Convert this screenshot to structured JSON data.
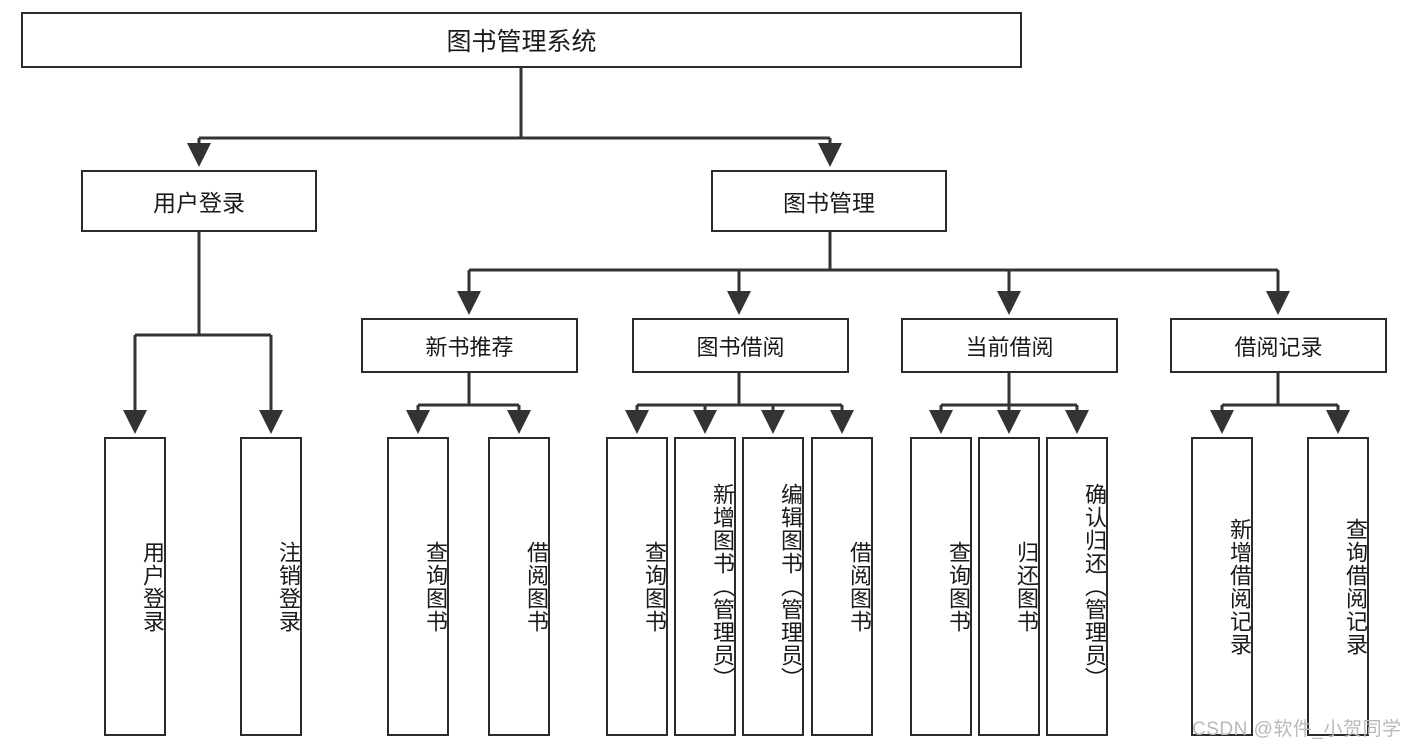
{
  "diagram": {
    "type": "tree-hierarchy-chart",
    "title": "图书管理系统",
    "root": {
      "label": "图书管理系统"
    },
    "level2": [
      {
        "id": "user-login",
        "label": "用户登录"
      },
      {
        "id": "book-management",
        "label": "图书管理"
      }
    ],
    "level3": [
      {
        "id": "new-book-recommend",
        "label": "新书推荐",
        "parent": "book-management"
      },
      {
        "id": "book-borrow",
        "label": "图书借阅",
        "parent": "book-management"
      },
      {
        "id": "current-borrow",
        "label": "当前借阅",
        "parent": "book-management"
      },
      {
        "id": "borrow-record",
        "label": "借阅记录",
        "parent": "book-management"
      }
    ],
    "leaves": [
      {
        "id": "leaf-user-login",
        "label": "用户登录",
        "parent": "user-login"
      },
      {
        "id": "leaf-logout-login",
        "label": "注销登录",
        "parent": "user-login"
      },
      {
        "id": "leaf-query-book-1",
        "label": "查询图书",
        "parent": "new-book-recommend"
      },
      {
        "id": "leaf-borrow-book-1",
        "label": "借阅图书",
        "parent": "new-book-recommend"
      },
      {
        "id": "leaf-query-book-2",
        "label": "查询图书",
        "parent": "book-borrow"
      },
      {
        "id": "leaf-add-book",
        "label": "新增图书（管理员）",
        "parent": "book-borrow"
      },
      {
        "id": "leaf-edit-book",
        "label": "编辑图书（管理员）",
        "parent": "book-borrow"
      },
      {
        "id": "leaf-borrow-book-2",
        "label": "借阅图书",
        "parent": "book-borrow"
      },
      {
        "id": "leaf-query-book-3",
        "label": "查询图书",
        "parent": "current-borrow"
      },
      {
        "id": "leaf-return-book",
        "label": "归还图书",
        "parent": "current-borrow"
      },
      {
        "id": "leaf-confirm-return",
        "label": "确认归还（管理员）",
        "parent": "current-borrow"
      },
      {
        "id": "leaf-add-record",
        "label": "新增借阅记录",
        "parent": "borrow-record"
      },
      {
        "id": "leaf-query-record",
        "label": "查询借阅记录",
        "parent": "borrow-record"
      }
    ],
    "watermark": "CSDN @软件_小贺同学",
    "colors": {
      "box_border": "#2b2b2b",
      "box_fill": "#ffffff",
      "connector": "#333333",
      "text": "#1a1a1a",
      "watermark": "#b9b9b9",
      "background": "#ffffff"
    }
  }
}
